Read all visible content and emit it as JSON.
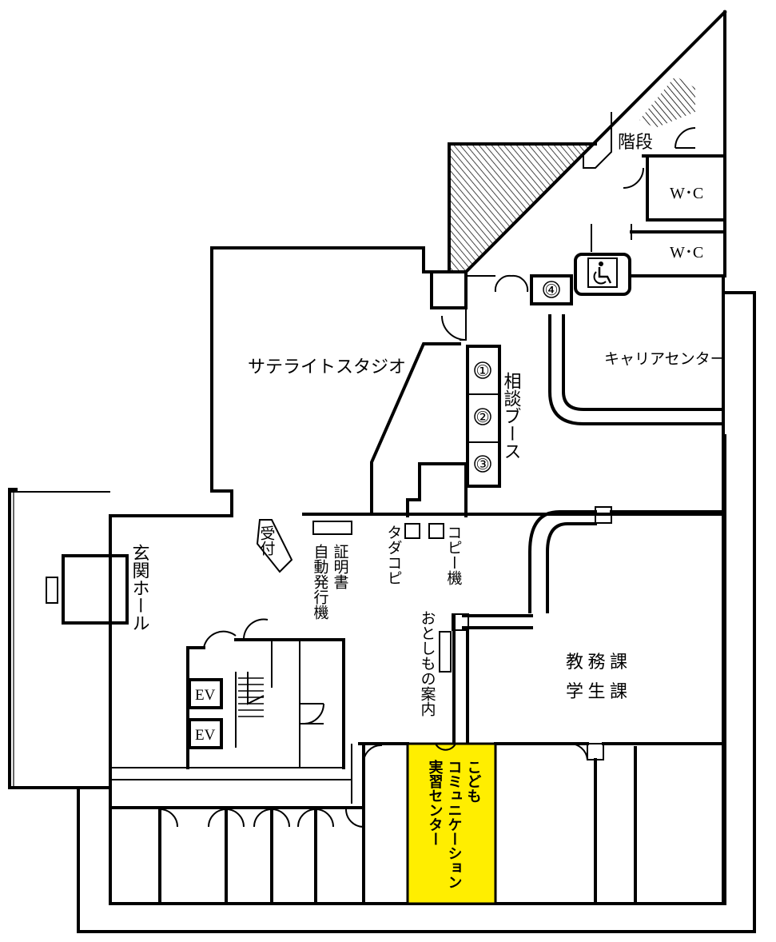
{
  "rooms": {
    "satellite_studio": "サテライトスタジオ",
    "consultation_booth_label": "相談ブース",
    "booth_1": "①",
    "booth_2": "②",
    "booth_3": "③",
    "booth_4": "④",
    "stairs": "階段",
    "wc_1": "W･C",
    "wc_2": "W･C",
    "career_center": "キャリアセンター",
    "entrance_hall": "玄関ホール",
    "reception": "受付",
    "certificate_machine": "証明書自動発行機",
    "taga_copy": "タダコピ",
    "copy_machine": "コピー機",
    "lost_found": "おとしもの案内",
    "academic_affairs": "教 務 課",
    "student_affairs": "学 生 課",
    "ev_1": "EV",
    "ev_2": "EV",
    "kodomo_center": "こども\nコミュニケーション\n実習センター"
  },
  "highlight": {
    "kodomo_center_color": "#ffee00"
  },
  "icons": {
    "accessible_toilet": "wheelchair-icon"
  }
}
